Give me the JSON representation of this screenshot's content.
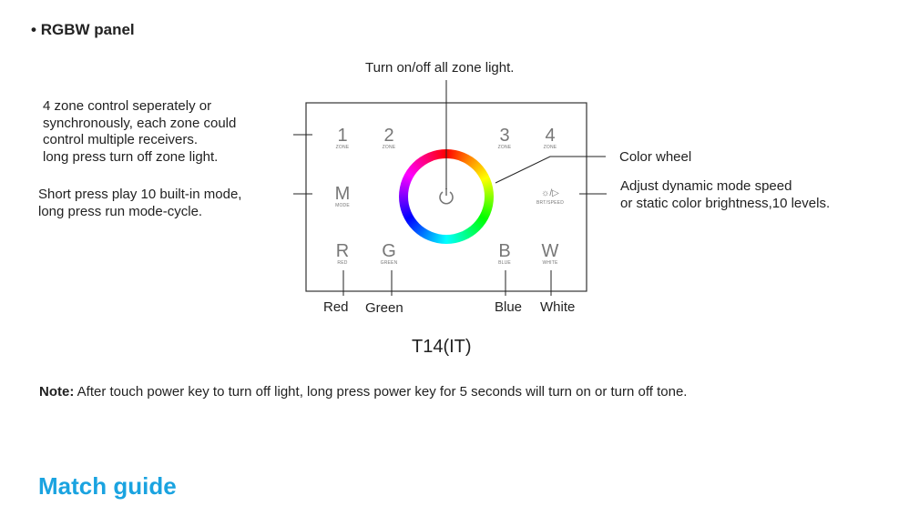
{
  "section_title": "RGBW panel",
  "annotations": {
    "power": "Turn on/off all zone light.",
    "zone": [
      "4 zone control seperately or",
      "synchronously, each zone could",
      "control multiple receivers.",
      "long press turn off zone light."
    ],
    "mode": [
      "Short press play 10 built-in mode,",
      "long press run mode-cycle."
    ],
    "color_wheel": "Color wheel",
    "speed": [
      "Adjust dynamic mode speed",
      "or static color brightness,10 levels."
    ],
    "red": "Red",
    "green": "Green",
    "blue": "Blue",
    "white": "White"
  },
  "panel": {
    "model": "T14(IT)",
    "buttons": [
      {
        "key": "1",
        "label": "ZONE"
      },
      {
        "key": "2",
        "label": "ZONE"
      },
      {
        "key": "3",
        "label": "ZONE"
      },
      {
        "key": "4",
        "label": "ZONE"
      },
      {
        "key": "M",
        "label": "MODE"
      },
      {
        "key": "☼/▷",
        "label": "BRT/SPEED"
      },
      {
        "key": "R",
        "label": "RED"
      },
      {
        "key": "G",
        "label": "GREEN"
      },
      {
        "key": "B",
        "label": "BLUE"
      },
      {
        "key": "W",
        "label": "WHITE"
      }
    ],
    "power_icon": "power-icon"
  },
  "note": {
    "label": "Note:",
    "text": " After touch power key to turn off light, long press power key for 5 seconds will turn on or turn off tone."
  },
  "next_section_title": "Match guide",
  "colors": {
    "accent": "#1aa3e0",
    "button_text": "#777777"
  }
}
